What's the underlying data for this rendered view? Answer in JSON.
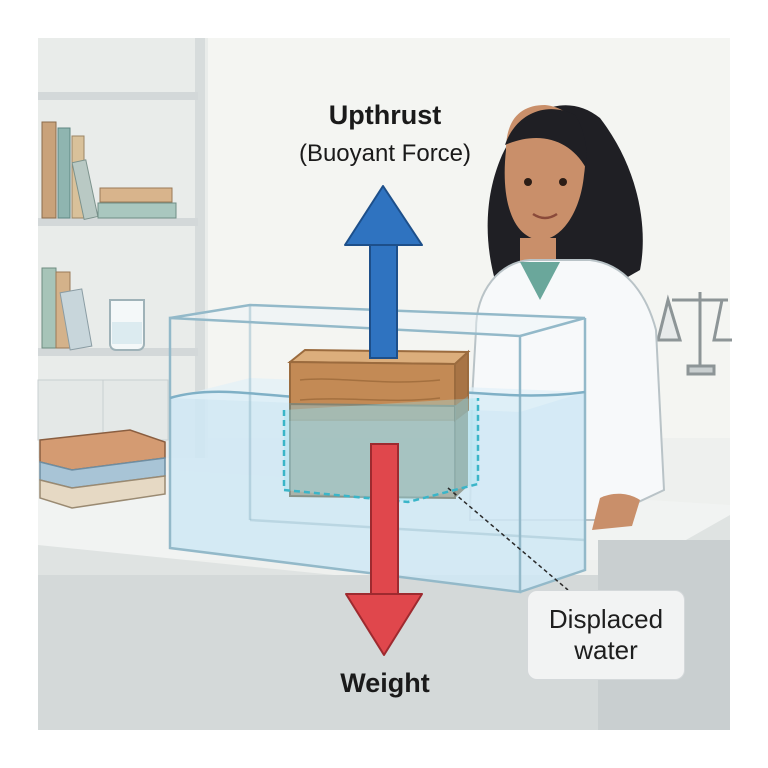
{
  "labels": {
    "upthrust_title": "Upthrust",
    "upthrust_subtitle": "(Buoyant Force)",
    "weight": "Weight",
    "callout_line1": "Displaced",
    "callout_line2": "water"
  },
  "colors": {
    "upthrust_arrow": "#2f73c0",
    "weight_arrow": "#e0474c",
    "water": "#cfe8f5",
    "wood": "#c8905a",
    "displaced_outline": "#3ab5c8",
    "background_panel": "#eef0ee"
  },
  "icons": {
    "upthrust": "arrow-up-icon",
    "weight": "arrow-down-icon"
  }
}
